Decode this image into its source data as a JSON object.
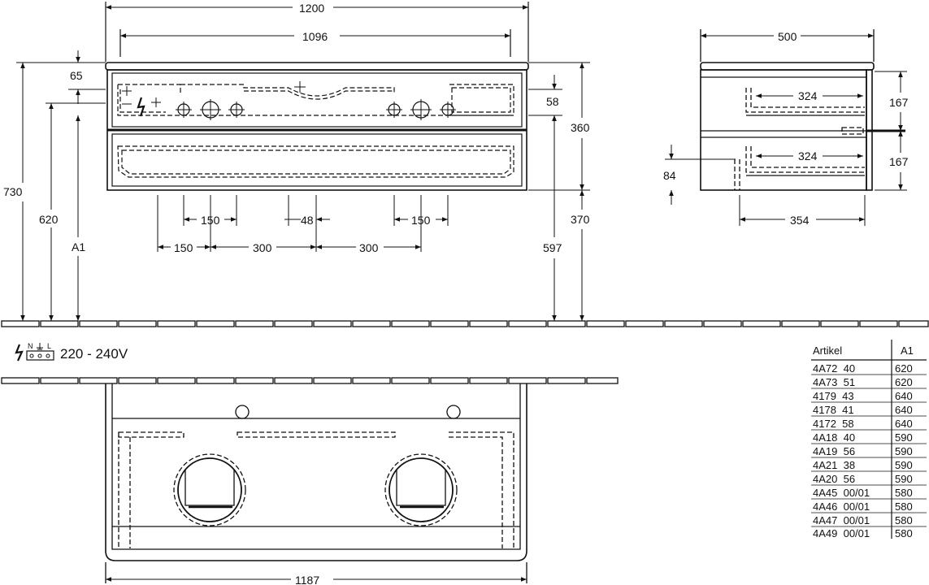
{
  "front_view": {
    "width_total": "1200",
    "width_top": "1096",
    "dim_65": "65",
    "dim_58": "58",
    "height_360": "360",
    "height_730": "730",
    "height_620": "620",
    "label_a1": "A1",
    "dim_597": "597",
    "dim_370": "370",
    "spacing_150_left": "150",
    "spacing_48": "48",
    "spacing_150_right": "150",
    "bottom_150": "150",
    "bottom_300_left": "300",
    "bottom_300_right": "300"
  },
  "side_view": {
    "depth_500": "500",
    "drawer_324_top": "324",
    "drawer_324_bottom": "324",
    "height_167_top": "167",
    "height_167_bottom": "167",
    "height_84": "84",
    "depth_354": "354"
  },
  "electrical": {
    "voltage": "220 - 240V",
    "terminal_labels": "N",
    "terminal_l": "L"
  },
  "top_view": {
    "width_1187": "1187"
  },
  "article_table": {
    "headers": [
      "Artikel",
      "A1"
    ],
    "rows": [
      [
        "4A72  40",
        "620"
      ],
      [
        "4A73  51",
        "620"
      ],
      [
        "4179  43",
        "640"
      ],
      [
        "4178  41",
        "640"
      ],
      [
        "4172  58",
        "640"
      ],
      [
        "4A18  40",
        "590"
      ],
      [
        "4A19  56",
        "590"
      ],
      [
        "4A21  38",
        "590"
      ],
      [
        "4A20  56",
        "590"
      ],
      [
        "4A45  00/01",
        "580"
      ],
      [
        "4A46  00/01",
        "580"
      ],
      [
        "4A47  00/01",
        "580"
      ],
      [
        "4A49  00/01",
        "580"
      ]
    ]
  }
}
